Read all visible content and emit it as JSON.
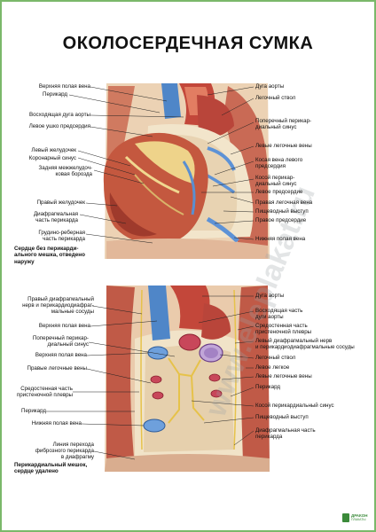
{
  "title": "ОКОЛОСЕРДЕЧНАЯ СУМКА",
  "figure1": {
    "caption": "Сердце без перикарди-\nального мешка, отведено\nнаружу",
    "left_labels": [
      "Верхняя полая вена",
      "Перикард",
      "Восходящая дуга аорты",
      "Левое ушко предсердия",
      "Левый желудочек",
      "Коронарный синус",
      "Задняя межжелудоч-\nковая борозда",
      "Правый желудочек",
      "Диафрагмальная\nчасть перикарда",
      "Грудино-реберная\nчасть перикарда"
    ],
    "right_labels": [
      "Дуга аорты",
      "Легочный ствол",
      "Поперечный перикар-\nдиальный синус",
      "Левые легочные вены",
      "Косая вена левого\nпредсердия",
      "Косой перикар-\nдиальный синус",
      "Левое предсердие",
      "Правая легочная вена",
      "Пищеводный выступ",
      "Правое предсердие",
      "Нижняя полая вена"
    ]
  },
  "figure2": {
    "caption": "Перикардиальный мешок,\nсердце удалено",
    "left_labels": [
      "Правый диафрагмальный\nнерв и перикардиодиафраг-\nмальные сосуды",
      "Верхняя полая вена",
      "Поперечный перикар-\nдиальный синус",
      "Верхняя полая вена",
      "Правые легочные вены",
      "Средостенная часть\nпристеночной плевры",
      "Перикард",
      "Нижняя полая вена",
      "Линия перехода\nфиброзного перикарда\nв диафрагму"
    ],
    "right_labels": [
      "Дуга аорты",
      "Восходящая часть\nдуги аорты",
      "Средостенная часть\nпристеночной плевры",
      "Левый диафрагмальный нерв\nи перикардиодиафрагмальные сосуды",
      "Легочный ствол",
      "Левое легкое",
      "Левые легочные вены",
      "Перикард",
      "Косой перикардиальный синус",
      "Пищеводный выступ",
      "Диафрагмальная часть\nперикарда"
    ]
  },
  "watermark": "www.eleplakat.ru",
  "publisher": {
    "name": "ДРАКОН",
    "sub": "ПЛАКАТЫ"
  },
  "colors": {
    "border": "#7ab86a",
    "muscle": "#b84a3c",
    "heart": "#c4593f",
    "heart_light": "#e3a47a",
    "fat": "#f0d890",
    "vein": "#5a8fd0",
    "pericardium": "#efe2c8",
    "tissue": "#e9c9a8",
    "leader": "#222222"
  }
}
